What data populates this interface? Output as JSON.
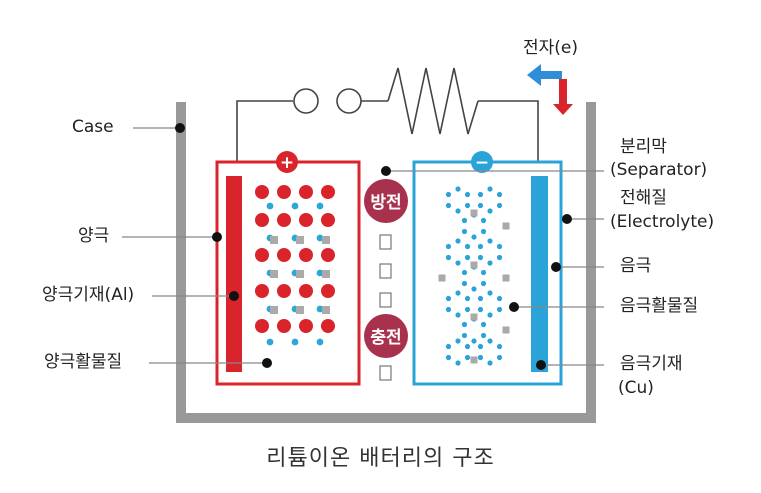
{
  "labels": {
    "case": "Case",
    "cathode": "양극",
    "cathode_collector": "양극기재(Al)",
    "cathode_active": "양극활물질",
    "electron": "전자(e)",
    "separator_ko": "분리막",
    "separator_en": "(Separator)",
    "electrolyte_ko": "전해질",
    "electrolyte_en": "(Electrolyte)",
    "anode": "음극",
    "anode_active": "음극활물질",
    "anode_collector_ko": "음극기재",
    "anode_collector_en": "(Cu)",
    "discharge": "방전",
    "charge": "충전",
    "plus": "+",
    "minus": "−"
  },
  "caption": "리튬이온 배터리의 구조",
  "colors": {
    "case": "#999999",
    "cathode": "#d8242a",
    "anode": "#2aa3d9",
    "lithium_ion": "#2ba8d8",
    "inactive_square": "#aaaaaa",
    "badge": "#a8324e",
    "arrow_blue": "#2e8ed8",
    "arrow_red": "#d8242a"
  },
  "icons": [
    "plus-icon",
    "minus-icon",
    "electron-arrow-icon",
    "resistor-icon",
    "switch-icon"
  ]
}
